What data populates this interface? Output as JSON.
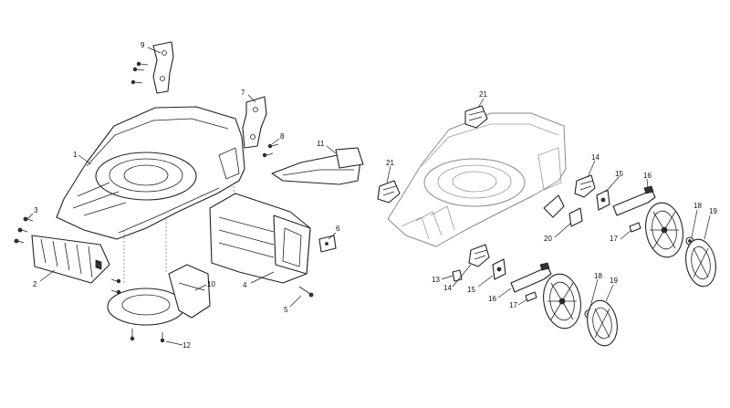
{
  "labels": {
    "l1": "1",
    "l2": "2",
    "l3": "3",
    "l4": "4",
    "l5": "5",
    "l6": "6",
    "l7": "7",
    "l8": "8",
    "l9": "9",
    "l10": "10",
    "l11": "11",
    "l12": "12",
    "l13": "13",
    "l14a": "14",
    "l14b": "14",
    "l15a": "15",
    "l15b": "15",
    "l16a": "16",
    "l16b": "16",
    "l17a": "17",
    "l17b": "17",
    "l18a": "18",
    "l18b": "18",
    "l19a": "19",
    "l19b": "19",
    "l20": "20",
    "l21a": "21",
    "l21b": "21"
  }
}
